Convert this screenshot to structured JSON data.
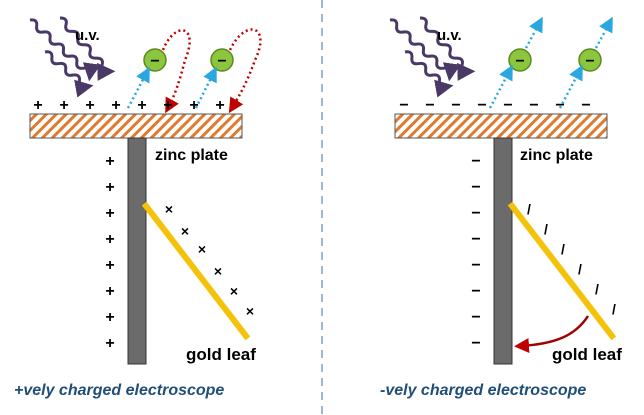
{
  "left": {
    "uv_label": "u.v.",
    "electron_symbol": "−",
    "plate_label": "zinc plate",
    "leaf_label": "gold leaf",
    "caption": "+vely charged electroscope",
    "plate_charge_symbol": "+",
    "rod_charge_symbol": "+",
    "leaf_charge_symbol": "×"
  },
  "right": {
    "uv_label": "u.v.",
    "electron_symbol": "−",
    "plate_label": "zinc plate",
    "leaf_label": "gold leaf",
    "caption": "-vely charged electroscope",
    "plate_charge_symbol": "−",
    "rod_charge_symbol": "−",
    "leaf_charge_symbol": "/"
  },
  "colors": {
    "plate_fill": "#ffffff",
    "plate_hatch": "#e07a2e",
    "rod": "#6b6b6b",
    "gold_leaf": "#f5c20a",
    "electron": "#8cc63f",
    "uv_wave": "#4a3966",
    "escape_arrow": "#29a8e0",
    "return_arrow": "#c00000",
    "caption": "#1f4e79",
    "divider": "#9db7d9"
  }
}
